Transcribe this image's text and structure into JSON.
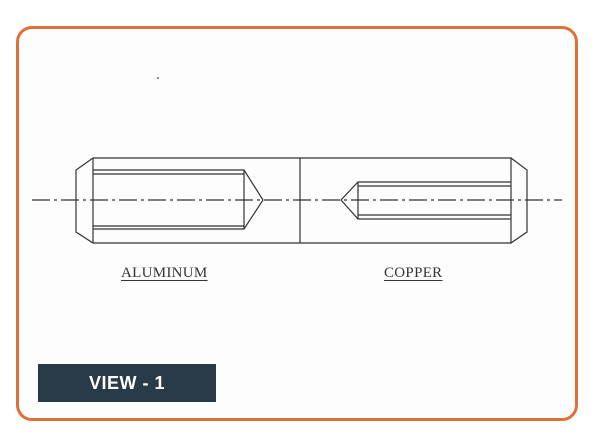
{
  "labels": {
    "left_material": "ALUMINUM",
    "right_material": "COPPER"
  },
  "badge": {
    "text": "VIEW - 1"
  },
  "colors": {
    "frame_border": "#e0703a",
    "badge_background": "#2a3b48",
    "line": "#333333"
  }
}
